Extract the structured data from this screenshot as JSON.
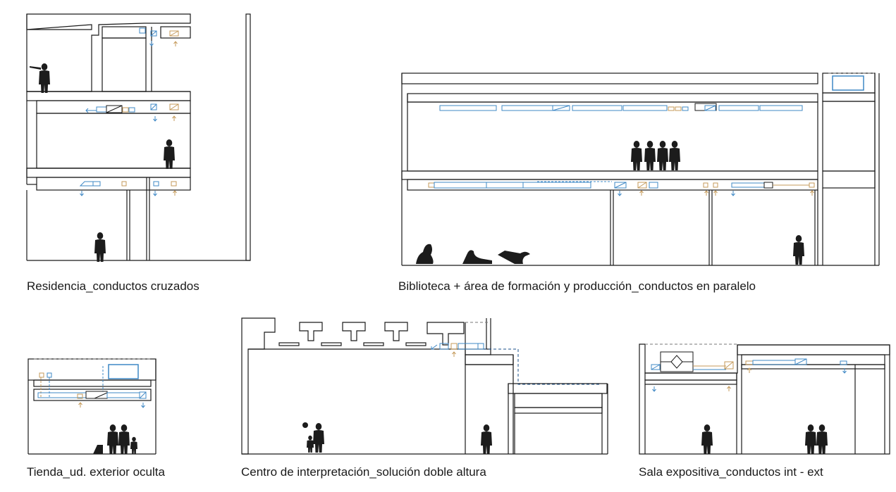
{
  "sections": [
    {
      "id": "residencia",
      "caption": "Residencia_conductos cruzados"
    },
    {
      "id": "biblioteca",
      "caption": "Biblioteca + área de formación y producción_conductos en paralelo"
    },
    {
      "id": "tienda",
      "caption": "Tienda_ud. exterior oculta"
    },
    {
      "id": "centro",
      "caption": "Centro de interpretación_solución doble altura"
    },
    {
      "id": "sala",
      "caption": "Sala expositiva_conductos int - ext"
    }
  ],
  "colors": {
    "line": "#1a1a1a",
    "duct_blue": "#3f88c5",
    "duct_ochre": "#c49a5a",
    "figure": "#1c1c1c",
    "background": "#ffffff"
  },
  "icons": [
    "arrow-down-blue-icon",
    "arrow-up-ochre-icon",
    "person-silhouette-icon"
  ]
}
